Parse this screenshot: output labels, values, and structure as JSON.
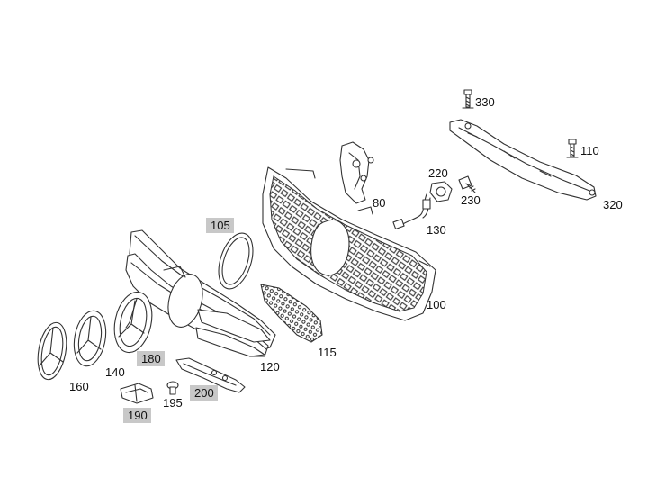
{
  "callouts": {
    "c330": "330",
    "c110": "110",
    "c320": "320",
    "c220": "220",
    "c230": "230",
    "c80": "80",
    "c130": "130",
    "c105": "105",
    "c100": "100",
    "c115": "115",
    "c120": "120",
    "c180": "180",
    "c140": "140",
    "c160": "160",
    "c200": "200",
    "c195": "195",
    "c190": "190"
  },
  "highlight_color": "#c8c8c8"
}
